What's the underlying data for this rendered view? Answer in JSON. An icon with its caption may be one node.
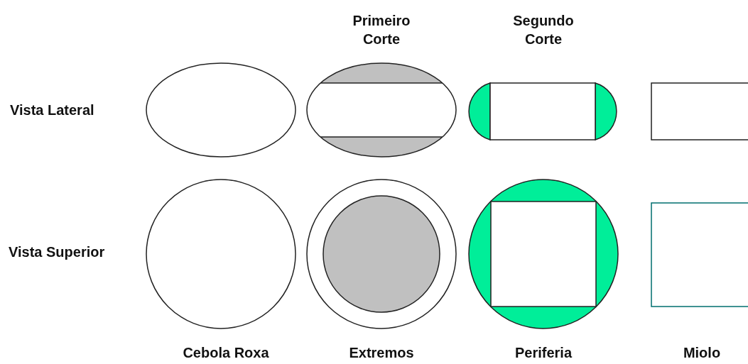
{
  "diagram": {
    "labels": [
      "Primeiro Corte",
      "Segundo Corte",
      "Vista Lateral",
      "Vista Superior",
      "Cebola Roxa",
      "Extremos",
      "Periferia",
      "Miolo"
    ]
  }
}
